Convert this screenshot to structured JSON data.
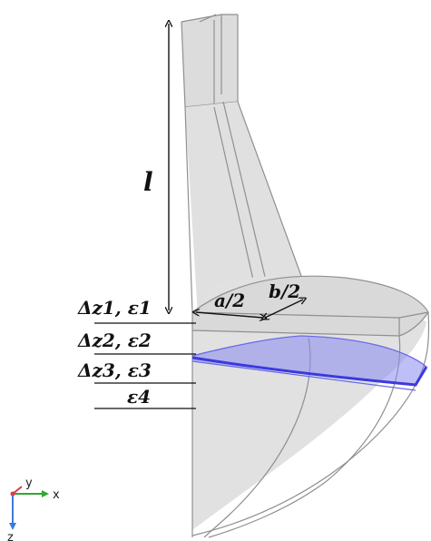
{
  "labels": {
    "length": "l",
    "dimension_a": "a/2",
    "dimension_b": "b/2",
    "layer1": "Δz1, ε1",
    "layer2": "Δz2, ε2",
    "layer3": "Δz3, ε3",
    "layer4": "ε4"
  },
  "axes": {
    "y": "y",
    "x": "x",
    "z": "z"
  },
  "colors": {
    "body_fill": "#e3e3e3",
    "edge": "#8f8f8f",
    "highlight_layer": "#8a8af0",
    "highlight_edge": "#3a3ae0",
    "axis_x": "#2eaa2e",
    "axis_y": "#e0384a",
    "axis_z": "#3a7ad8"
  }
}
